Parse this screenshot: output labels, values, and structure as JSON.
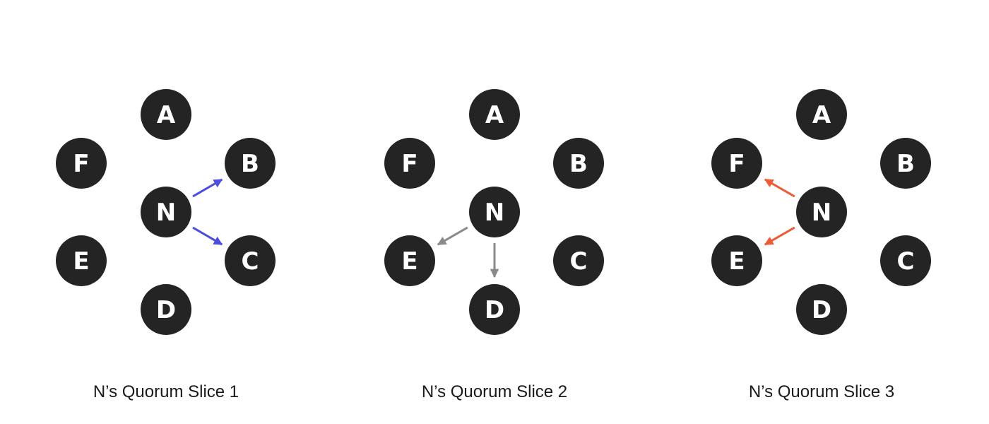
{
  "panels": [
    {
      "caption": "N’s Quorum Slice 1",
      "arrow_color": "#4a4de0",
      "nodes": [
        "A",
        "B",
        "C",
        "D",
        "E",
        "F",
        "N"
      ],
      "edges": [
        {
          "from": "N",
          "to": "B"
        },
        {
          "from": "N",
          "to": "C"
        }
      ]
    },
    {
      "caption": "N’s Quorum Slice 2",
      "arrow_color": "#8a8a8a",
      "nodes": [
        "A",
        "B",
        "C",
        "D",
        "E",
        "F",
        "N"
      ],
      "edges": [
        {
          "from": "N",
          "to": "E"
        },
        {
          "from": "N",
          "to": "D"
        }
      ]
    },
    {
      "caption": "N’s Quorum Slice 3",
      "arrow_color": "#ee5a35",
      "nodes": [
        "A",
        "B",
        "C",
        "D",
        "E",
        "F",
        "N"
      ],
      "edges": [
        {
          "from": "N",
          "to": "F"
        },
        {
          "from": "N",
          "to": "E"
        }
      ]
    }
  ],
  "colors": {
    "node_fill": "#242424",
    "node_text": "#ffffff"
  }
}
